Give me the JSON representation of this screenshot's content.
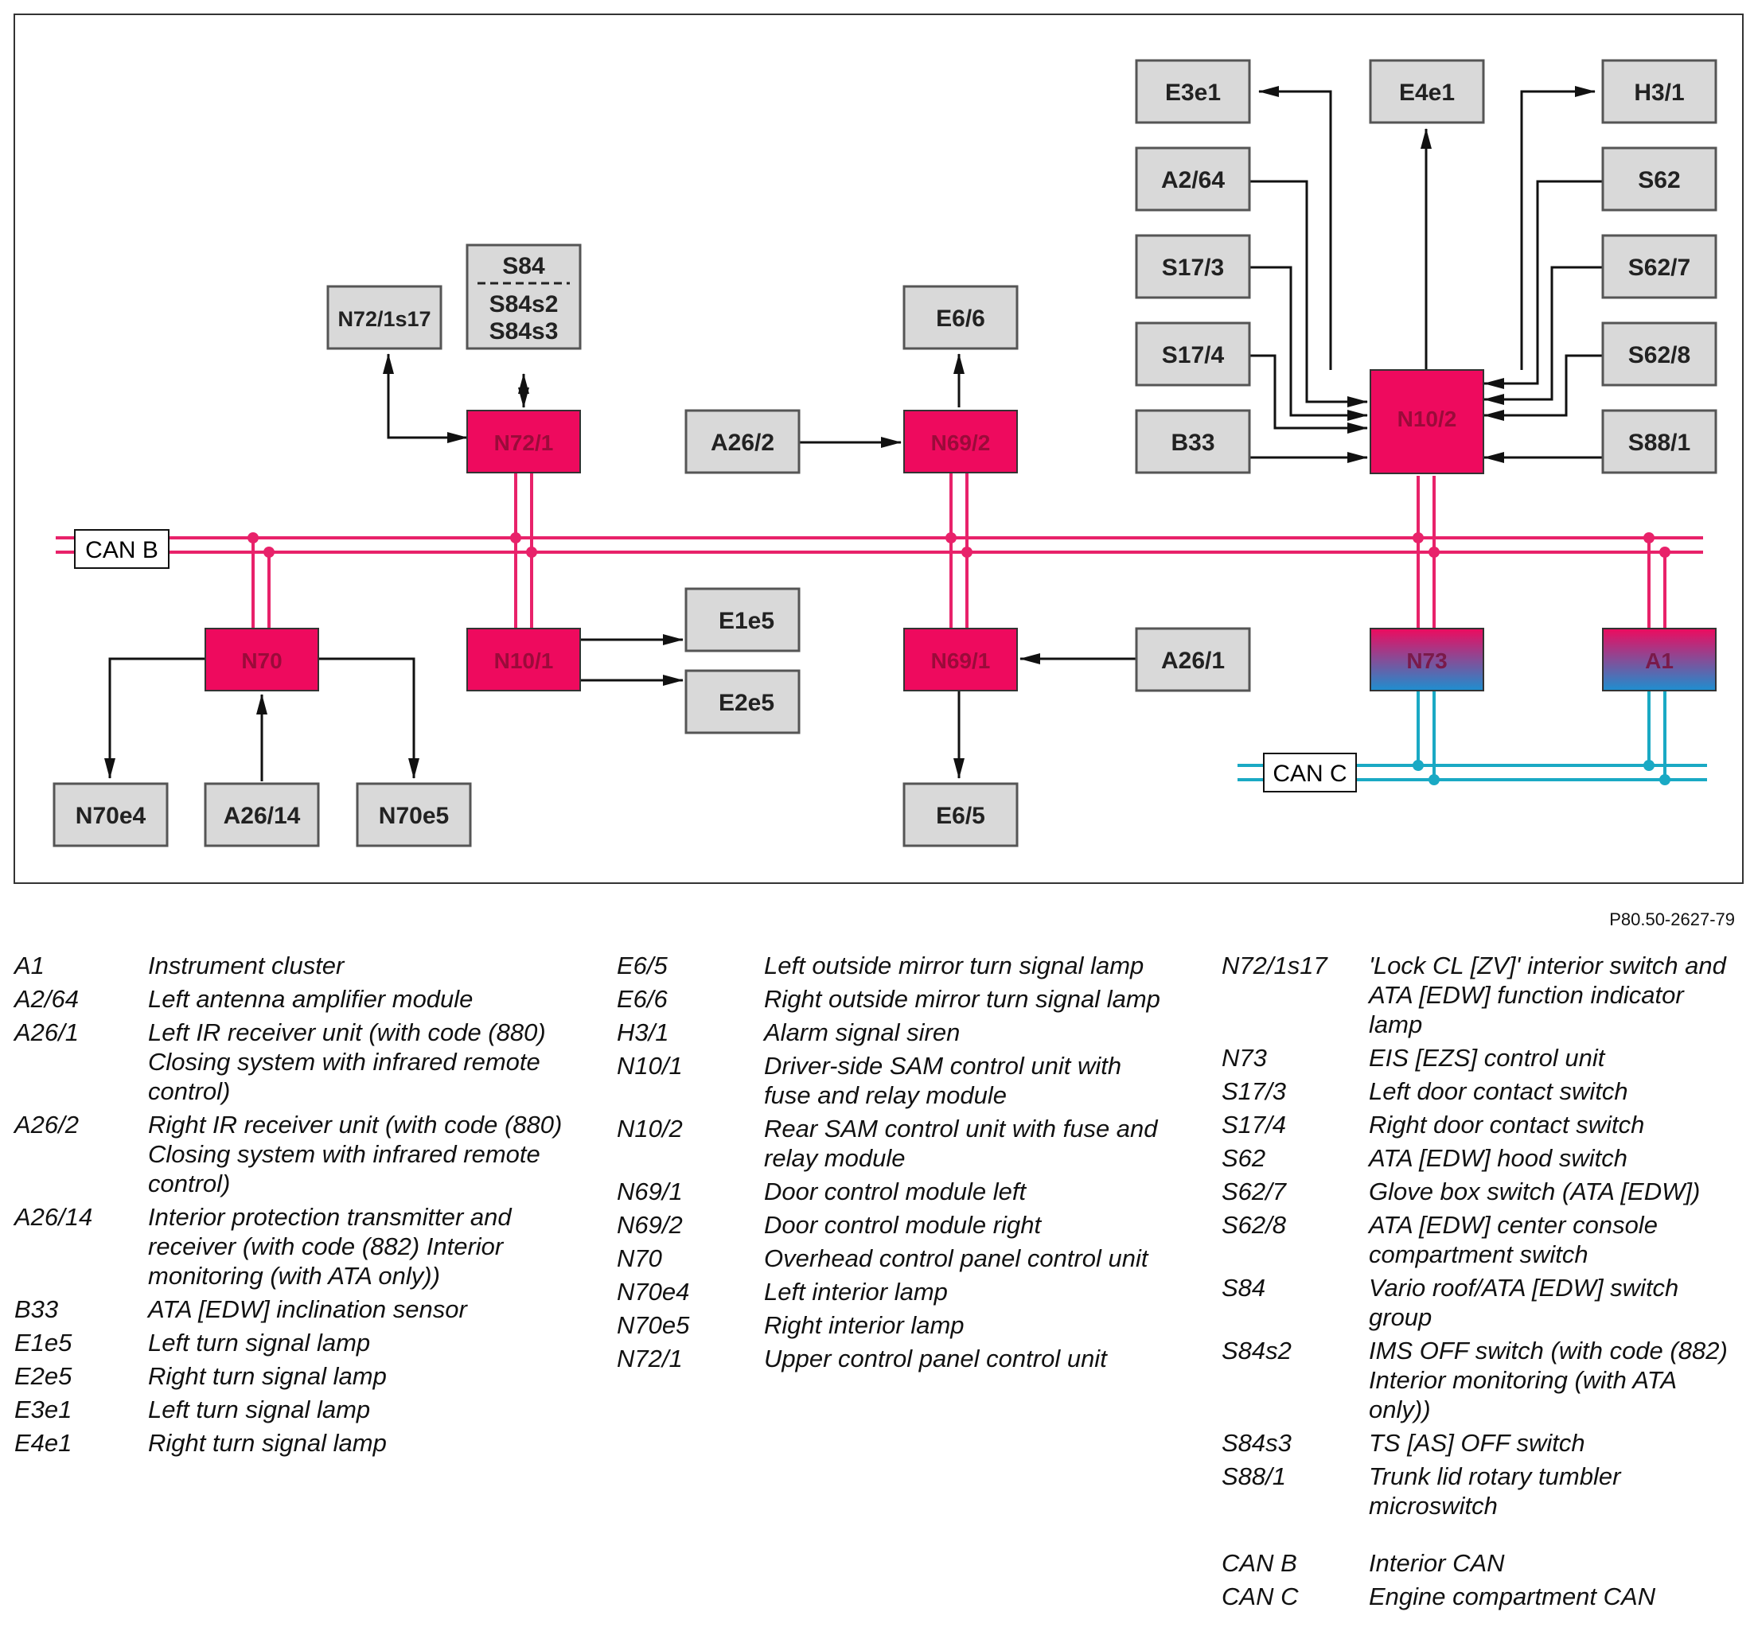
{
  "reference_code": "P80.50-2627-79",
  "bus_labels": {
    "can_b": "CAN B",
    "can_c": "CAN C"
  },
  "colors": {
    "module_fill": "#ee0a5e",
    "component_fill": "#d9d9d9",
    "can_b_line": "#e8226a",
    "can_c_line": "#1aa9c4",
    "gradient_bottom": "#1d8fd0"
  },
  "modules": {
    "n72_1": "N72/1",
    "n69_2": "N69/2",
    "n10_2": "N10/2",
    "n70": "N70",
    "n10_1": "N10/1",
    "n69_1": "N69/1",
    "n73": "N73",
    "a1": "A1"
  },
  "components": {
    "e3e1": "E3e1",
    "e4e1": "E4e1",
    "h3_1": "H3/1",
    "a2_64": "A2/64",
    "s62": "S62",
    "s17_3": "S17/3",
    "s62_7": "S62/7",
    "s17_4": "S17/4",
    "s62_8": "S62/8",
    "b33": "B33",
    "s88_1": "S88/1",
    "e6_6": "E6/6",
    "a26_2": "A26/2",
    "n72_1s17": "N72/1s17",
    "s84": "S84",
    "s84s2": "S84s2",
    "s84s3": "S84s3",
    "e1e5": "E1e5",
    "e2e5": "E2e5",
    "a26_1": "A26/1",
    "e6_5": "E6/5",
    "n70e4": "N70e4",
    "a26_14": "A26/14",
    "n70e5": "N70e5"
  },
  "legend": {
    "col1": [
      {
        "code": "A1",
        "desc": "Instrument cluster"
      },
      {
        "code": "A2/64",
        "desc": "Left antenna amplifier module"
      },
      {
        "code": "A26/1",
        "desc": "Left IR receiver unit (with code (880) Closing system with infrared remote control)"
      },
      {
        "code": "A26/2",
        "desc": "Right IR receiver unit (with code (880) Closing system with infrared remote control)"
      },
      {
        "code": "A26/14",
        "desc": "Interior protection transmitter and receiver (with code (882) Interior monitoring (with ATA only))"
      },
      {
        "code": "B33",
        "desc": "ATA [EDW] inclination sensor"
      },
      {
        "code": "E1e5",
        "desc": "Left turn signal lamp"
      },
      {
        "code": "E2e5",
        "desc": "Right turn signal lamp"
      },
      {
        "code": "E3e1",
        "desc": "Left turn signal lamp"
      },
      {
        "code": "E4e1",
        "desc": "Right turn signal lamp"
      }
    ],
    "col2": [
      {
        "code": "E6/5",
        "desc": "Left outside mirror turn signal lamp"
      },
      {
        "code": "E6/6",
        "desc": "Right outside mirror turn signal lamp"
      },
      {
        "code": "H3/1",
        "desc": "Alarm signal siren"
      },
      {
        "code": "N10/1",
        "desc": "Driver-side SAM control unit with fuse and relay module"
      },
      {
        "code": "N10/2",
        "desc": "Rear SAM control unit with fuse and relay module"
      },
      {
        "code": "N69/1",
        "desc": "Door control module left"
      },
      {
        "code": "N69/2",
        "desc": "Door control module right"
      },
      {
        "code": "N70",
        "desc": "Overhead control panel control unit"
      },
      {
        "code": "N70e4",
        "desc": "Left interior lamp"
      },
      {
        "code": "N70e5",
        "desc": "Right interior lamp"
      },
      {
        "code": "N72/1",
        "desc": "Upper control panel control unit"
      }
    ],
    "col3": [
      {
        "code": "N72/1s17",
        "desc": "'Lock CL [ZV]' interior switch and ATA [EDW] function indicator lamp"
      },
      {
        "code": "N73",
        "desc": "EIS [EZS] control unit"
      },
      {
        "code": "S17/3",
        "desc": "Left door contact switch"
      },
      {
        "code": "S17/4",
        "desc": "Right door contact switch"
      },
      {
        "code": "S62",
        "desc": "ATA [EDW] hood switch"
      },
      {
        "code": "S62/7",
        "desc": "Glove box switch (ATA [EDW])"
      },
      {
        "code": "S62/8",
        "desc": "ATA [EDW] center console compartment switch"
      },
      {
        "code": "S84",
        "desc": "Vario roof/ATA [EDW] switch group"
      },
      {
        "code": "S84s2",
        "desc": "IMS OFF switch (with code (882) Interior monitoring (with ATA only))"
      },
      {
        "code": "S84s3",
        "desc": "TS [AS] OFF switch"
      },
      {
        "code": "S88/1",
        "desc": "Trunk lid rotary tumbler microswitch"
      }
    ],
    "col3_bus": [
      {
        "code": "CAN B",
        "desc": "Interior CAN"
      },
      {
        "code": "CAN C",
        "desc": "Engine compartment CAN"
      }
    ]
  }
}
